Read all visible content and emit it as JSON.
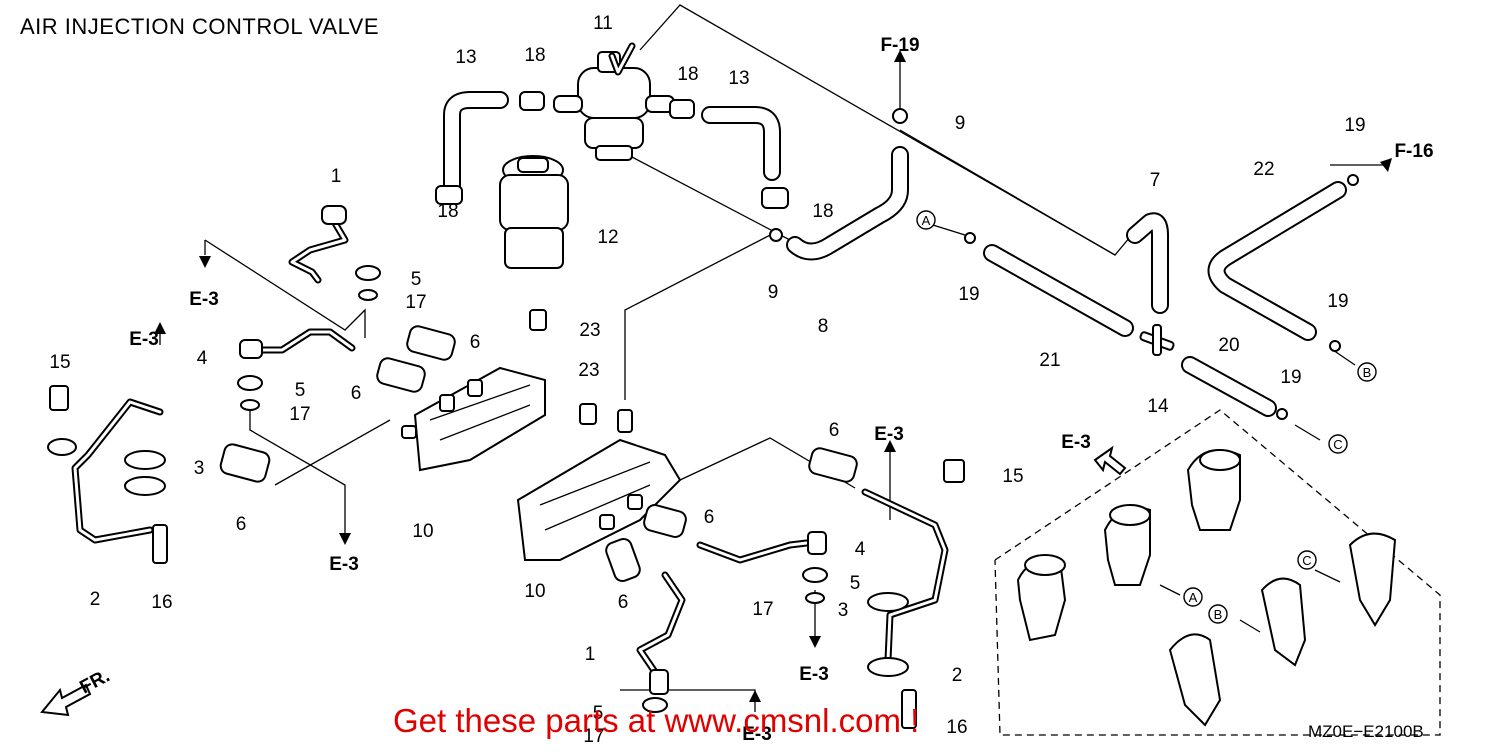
{
  "diagram": {
    "title": "AIR INJECTION CONTROL VALVE",
    "promo_text": "Get these parts at www.cmsnl.com !",
    "code": "MZ0E−E2100B",
    "direction": "FR.",
    "callouts": [
      {
        "num": "11"
      },
      {
        "num": "13"
      },
      {
        "num": "18"
      },
      {
        "num": "18"
      },
      {
        "num": "13"
      },
      {
        "num": "18"
      },
      {
        "num": "12"
      },
      {
        "num": "18"
      },
      {
        "num": "9"
      },
      {
        "num": "9"
      },
      {
        "num": "8"
      },
      {
        "num": "1"
      },
      {
        "num": "5"
      },
      {
        "num": "17"
      },
      {
        "num": "4"
      },
      {
        "num": "5"
      },
      {
        "num": "17"
      },
      {
        "num": "6"
      },
      {
        "num": "6"
      },
      {
        "num": "23"
      },
      {
        "num": "23"
      },
      {
        "num": "15"
      },
      {
        "num": "3"
      },
      {
        "num": "2"
      },
      {
        "num": "16"
      },
      {
        "num": "6"
      },
      {
        "num": "10"
      },
      {
        "num": "10"
      },
      {
        "num": "6"
      },
      {
        "num": "6"
      },
      {
        "num": "6"
      },
      {
        "num": "4"
      },
      {
        "num": "5"
      },
      {
        "num": "17"
      },
      {
        "num": "3"
      },
      {
        "num": "2"
      },
      {
        "num": "1"
      },
      {
        "num": "5"
      },
      {
        "num": "17"
      },
      {
        "num": "16"
      },
      {
        "num": "15"
      },
      {
        "num": "7"
      },
      {
        "num": "19"
      },
      {
        "num": "21"
      },
      {
        "num": "14"
      },
      {
        "num": "20"
      },
      {
        "num": "19"
      },
      {
        "num": "22"
      },
      {
        "num": "19"
      },
      {
        "num": "19"
      }
    ],
    "references": [
      {
        "text": "F-19"
      },
      {
        "text": "F-16"
      },
      {
        "text": "E-3"
      },
      {
        "text": "E-3"
      },
      {
        "text": "E-3"
      },
      {
        "text": "E-3"
      },
      {
        "text": "E-3"
      },
      {
        "text": "E-3"
      },
      {
        "text": "E-3"
      },
      {
        "text": "E-3"
      }
    ],
    "connectors": [
      {
        "letter": "A"
      },
      {
        "letter": "A"
      },
      {
        "letter": "B"
      },
      {
        "letter": "B"
      },
      {
        "letter": "C"
      },
      {
        "letter": "C"
      }
    ]
  }
}
